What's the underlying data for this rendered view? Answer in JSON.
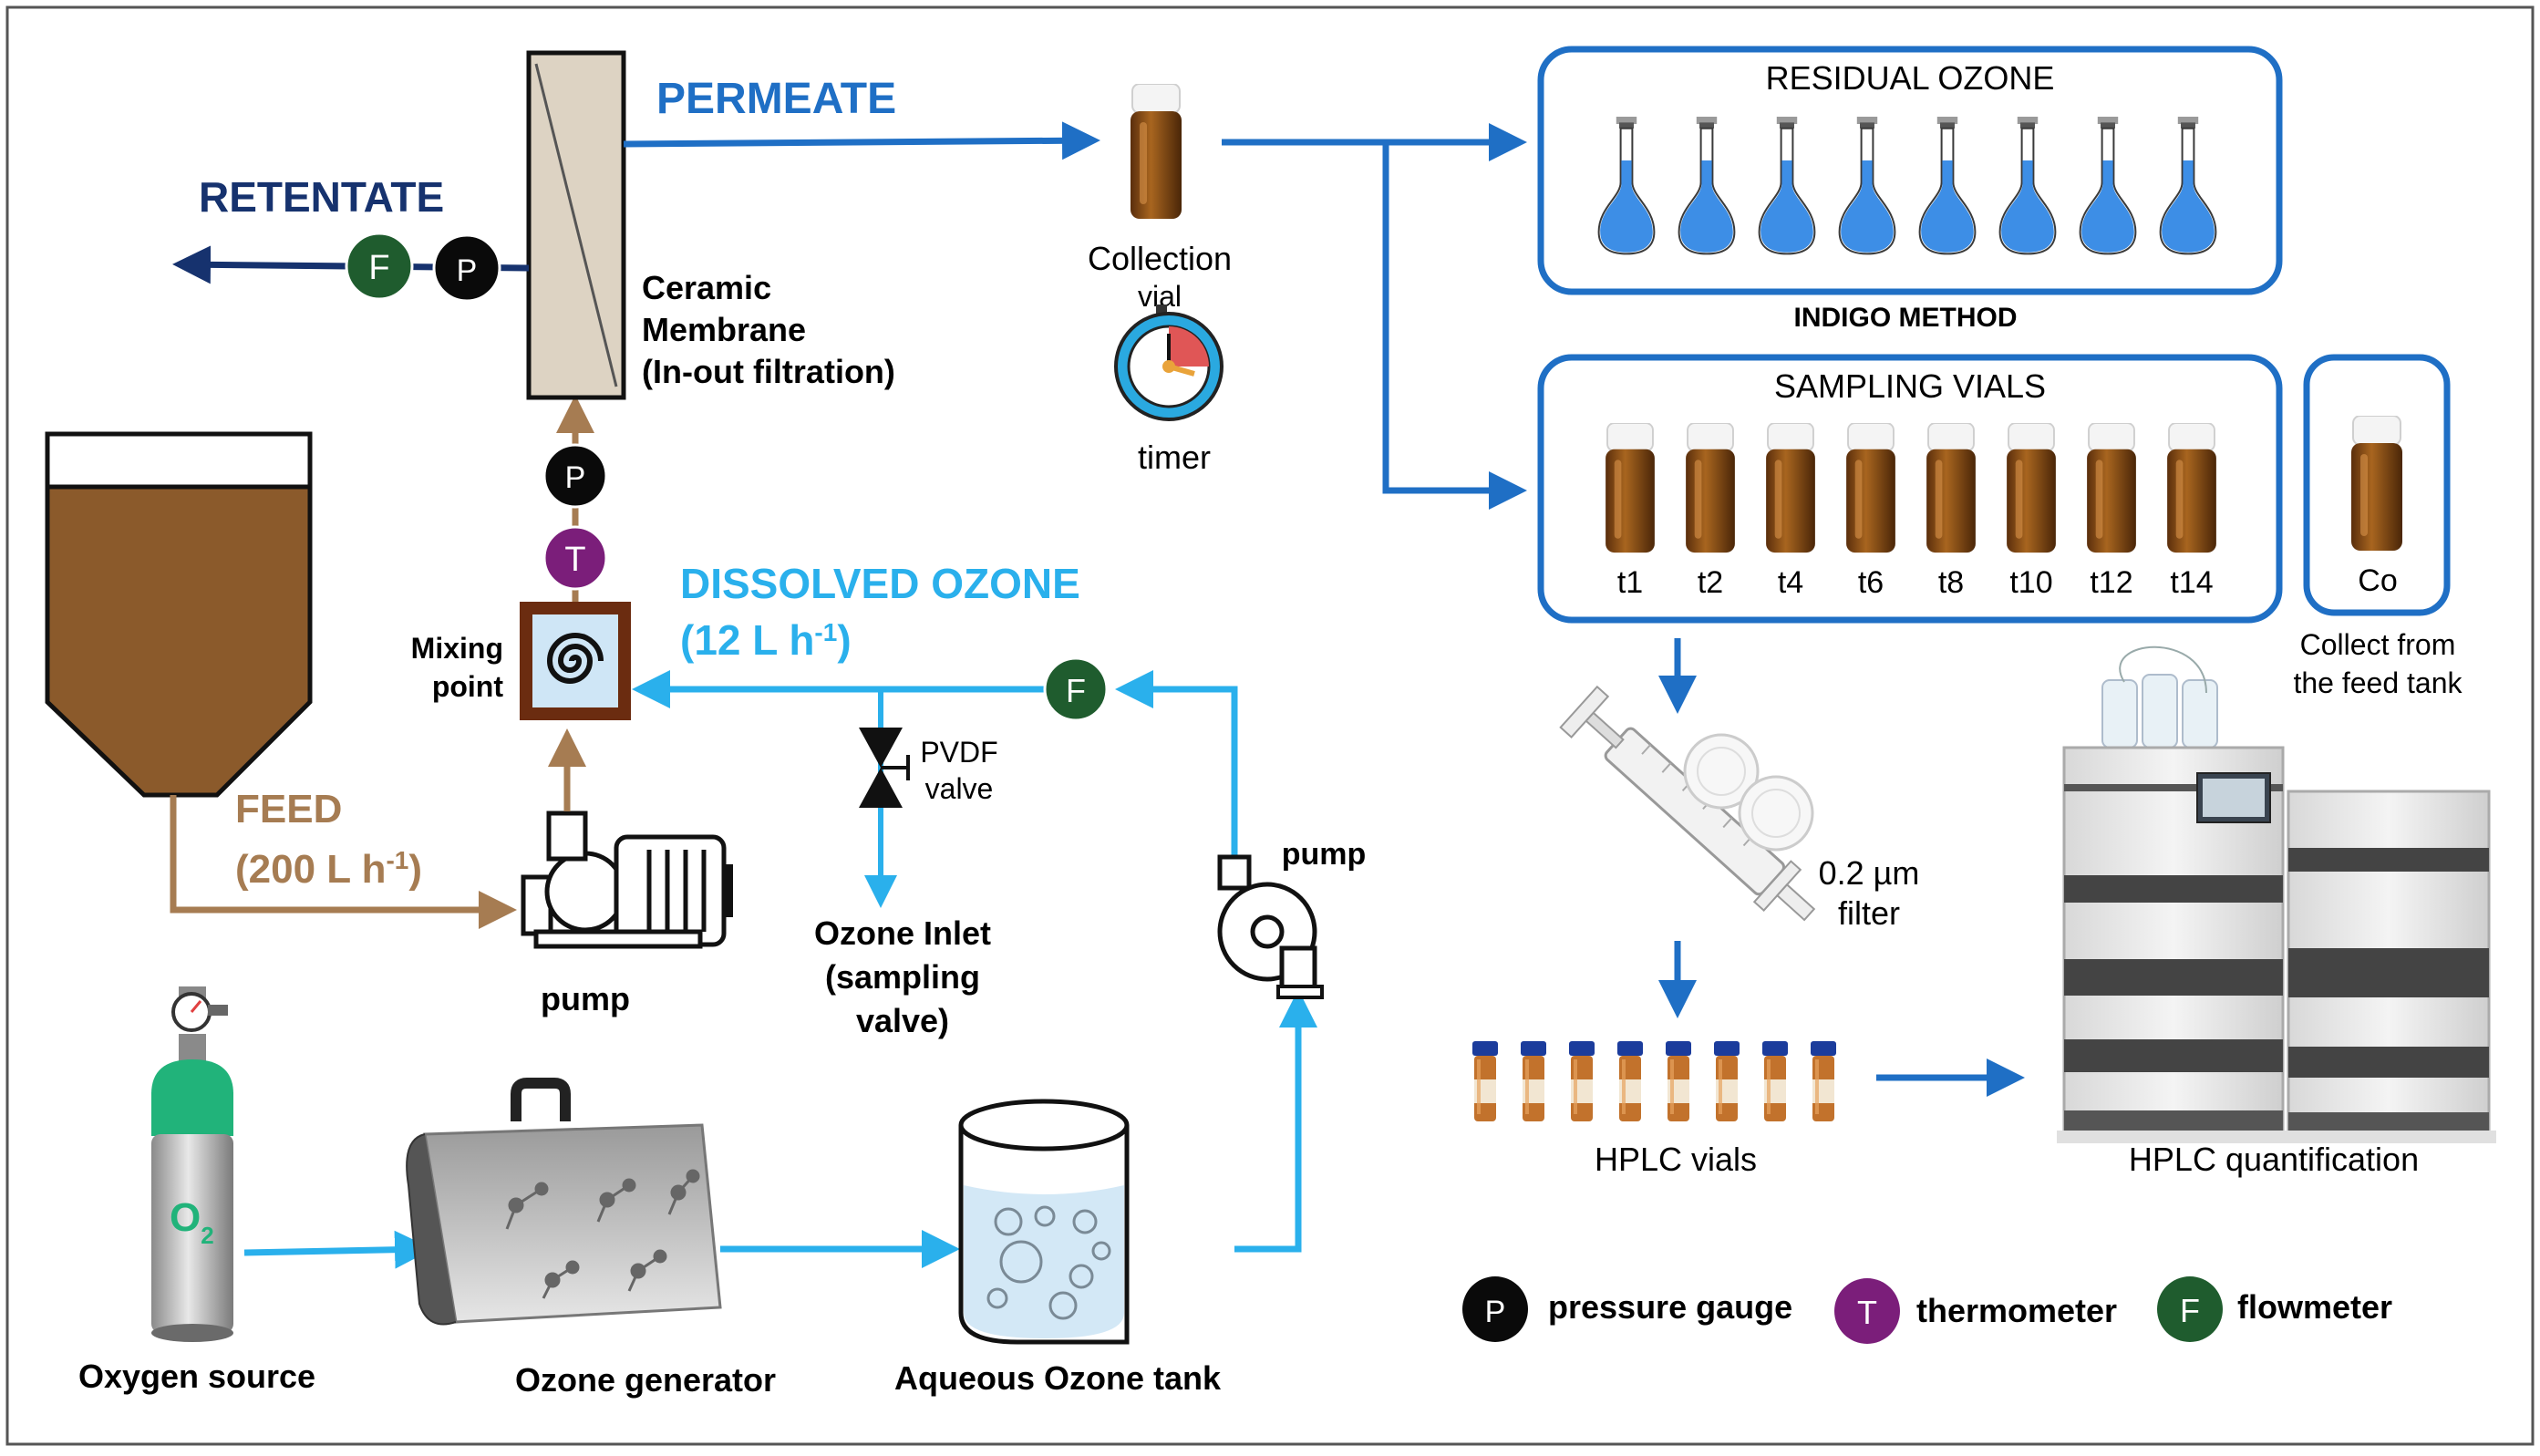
{
  "colors": {
    "blue": "#1f6fc5",
    "light_blue": "#2ab0ec",
    "navy": "#16326e",
    "brown": "#a67c52",
    "feed": "#8b5a2b",
    "gauge_p": "#0a0a0a",
    "gauge_t": "#7b1e7a",
    "gauge_f": "#1f5c2e"
  },
  "labels": {
    "permeate": "PERMEATE",
    "retentate": "RETENTATE",
    "membrane": [
      "Ceramic",
      "Membrane",
      "(In-out filtration)"
    ],
    "feed_title": "FEED",
    "feed_rate_pre": "(200 L h",
    "feed_rate_sup": "-1",
    "feed_rate_post": ")",
    "dissolved_ozone": "DISSOLVED OZONE",
    "ozone_rate_pre": "(12 L h",
    "ozone_rate_sup": "-1",
    "ozone_rate_post": ")",
    "mixing_point": [
      "Mixing",
      "point"
    ],
    "pvdf_valve": [
      "PVDF",
      "valve"
    ],
    "ozone_inlet": [
      "Ozone Inlet",
      "(sampling",
      "valve)"
    ],
    "pump": "pump",
    "pump2": "pump",
    "oxygen_source": "Oxygen source",
    "o2_symbol": "O",
    "o2_subscript": "2",
    "ozone_generator": "Ozone generator",
    "aqueous_tank": "Aqueous Ozone tank",
    "collection_vial": [
      "Collection",
      "vial"
    ],
    "timer": "timer",
    "residual_ozone": "RESIDUAL OZONE",
    "indigo_method": "INDIGO METHOD",
    "sampling_vials": "SAMPLING VIALS",
    "co": "Co",
    "collect_from": [
      "Collect from",
      "the feed tank"
    ],
    "filter": [
      "0.2 µm",
      "filter"
    ],
    "hplc_vials": "HPLC vials",
    "hplc_quant": "HPLC quantification"
  },
  "gauges": {
    "P": "P",
    "T": "T",
    "F": "F"
  },
  "sampling_times": [
    "t1",
    "t2",
    "t4",
    "t6",
    "t8",
    "t10",
    "t12",
    "t14"
  ],
  "legend": [
    {
      "symbol": "P",
      "label": "pressure gauge",
      "color": "#0a0a0a"
    },
    {
      "symbol": "T",
      "label": "thermometer",
      "color": "#7b1e7a"
    },
    {
      "symbol": "F",
      "label": "flowmeter",
      "color": "#1f5c2e"
    }
  ]
}
